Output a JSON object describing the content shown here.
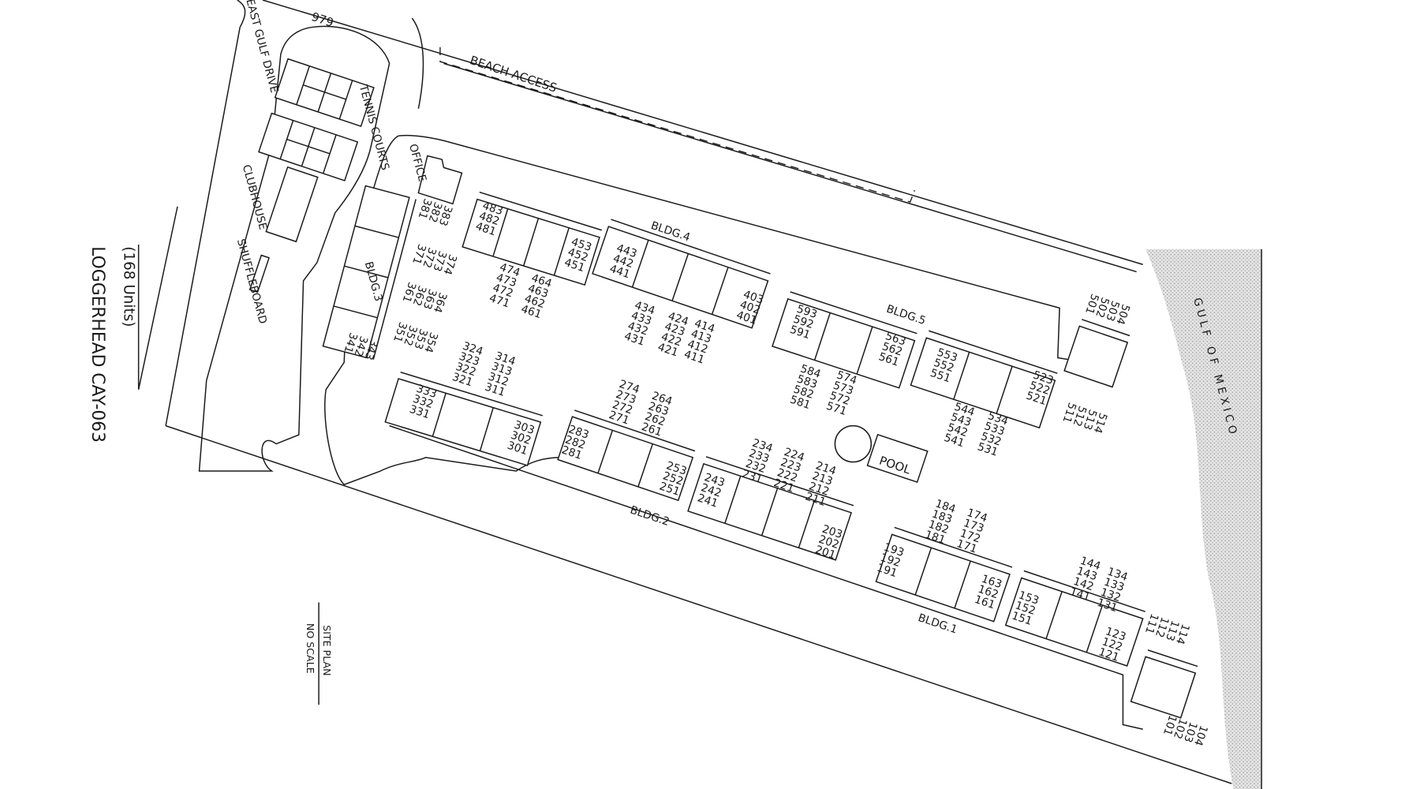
{
  "title": "LOGGERHEAD CAY-063",
  "units_note": "(168 Units)",
  "site_plan": {
    "line1": "SITE PLAN",
    "line2": "NO SCALE"
  },
  "labels": {
    "road": "EAST GULF DRIVE",
    "road_number": "979",
    "beach_access": "BEACH ACCESS",
    "tennis": "TENNIS COURTS",
    "clubhouse": "CLUBHOUSE",
    "shuffleboard": "SHUFFLEBOARD",
    "office": "OFFICE",
    "pool": "POOL",
    "gulf": "GULF OF MEXICO"
  },
  "buildings": [
    {
      "name": "BLDG.1",
      "stacks": [
        [
          "193",
          "192",
          "191"
        ],
        [
          "184",
          "183",
          "182",
          "181"
        ],
        [
          "174",
          "173",
          "172",
          "171"
        ],
        [
          "163",
          "162",
          "161"
        ],
        [
          "153",
          "152",
          "151"
        ],
        [
          "144",
          "143",
          "142",
          "141"
        ],
        [
          "134",
          "133",
          "132",
          "131"
        ],
        [
          "123",
          "122",
          "121"
        ],
        [
          "114",
          "113",
          "112",
          "111"
        ],
        [
          "104",
          "103",
          "102",
          "101"
        ]
      ]
    },
    {
      "name": "BLDG.2",
      "stacks": [
        [
          "283",
          "282",
          "281"
        ],
        [
          "274",
          "273",
          "272",
          "271"
        ],
        [
          "264",
          "263",
          "262",
          "261"
        ],
        [
          "253",
          "252",
          "251"
        ],
        [
          "243",
          "242",
          "241"
        ],
        [
          "234",
          "233",
          "232",
          "231"
        ],
        [
          "224",
          "223",
          "222",
          "221"
        ],
        [
          "214",
          "213",
          "212",
          "211"
        ],
        [
          "203",
          "202",
          "201"
        ]
      ]
    },
    {
      "name": "BLDG.3",
      "stacks": [
        [
          "383",
          "382",
          "381"
        ],
        [
          "374",
          "373",
          "372",
          "371"
        ],
        [
          "364",
          "363",
          "362",
          "361"
        ],
        [
          "354",
          "353",
          "352",
          "351"
        ],
        [
          "343",
          "342",
          "341"
        ],
        [
          "324",
          "323",
          "322",
          "321"
        ],
        [
          "314",
          "313",
          "312",
          "311"
        ],
        [
          "333",
          "332",
          "331"
        ],
        [
          "303",
          "302",
          "301"
        ]
      ]
    },
    {
      "name": "BLDG.4",
      "stacks": [
        [
          "483",
          "482",
          "481"
        ],
        [
          "453",
          "452",
          "451"
        ],
        [
          "443",
          "442",
          "441"
        ],
        [
          "403",
          "402",
          "401"
        ],
        [
          "474",
          "473",
          "472",
          "471"
        ],
        [
          "464",
          "463",
          "462",
          "461"
        ],
        [
          "434",
          "433",
          "432",
          "431"
        ],
        [
          "424",
          "423",
          "422",
          "421"
        ],
        [
          "414",
          "413",
          "412",
          "411"
        ]
      ]
    },
    {
      "name": "BLDG.5",
      "stacks": [
        [
          "593",
          "592",
          "591"
        ],
        [
          "584",
          "583",
          "582",
          "581"
        ],
        [
          "574",
          "573",
          "572",
          "571"
        ],
        [
          "563",
          "562",
          "561"
        ],
        [
          "553",
          "552",
          "551"
        ],
        [
          "544",
          "543",
          "542",
          "541"
        ],
        [
          "534",
          "533",
          "532",
          "531"
        ],
        [
          "523",
          "522",
          "521"
        ],
        [
          "504",
          "503",
          "502",
          "501"
        ],
        [
          "514",
          "513",
          "512",
          "511"
        ]
      ]
    }
  ]
}
